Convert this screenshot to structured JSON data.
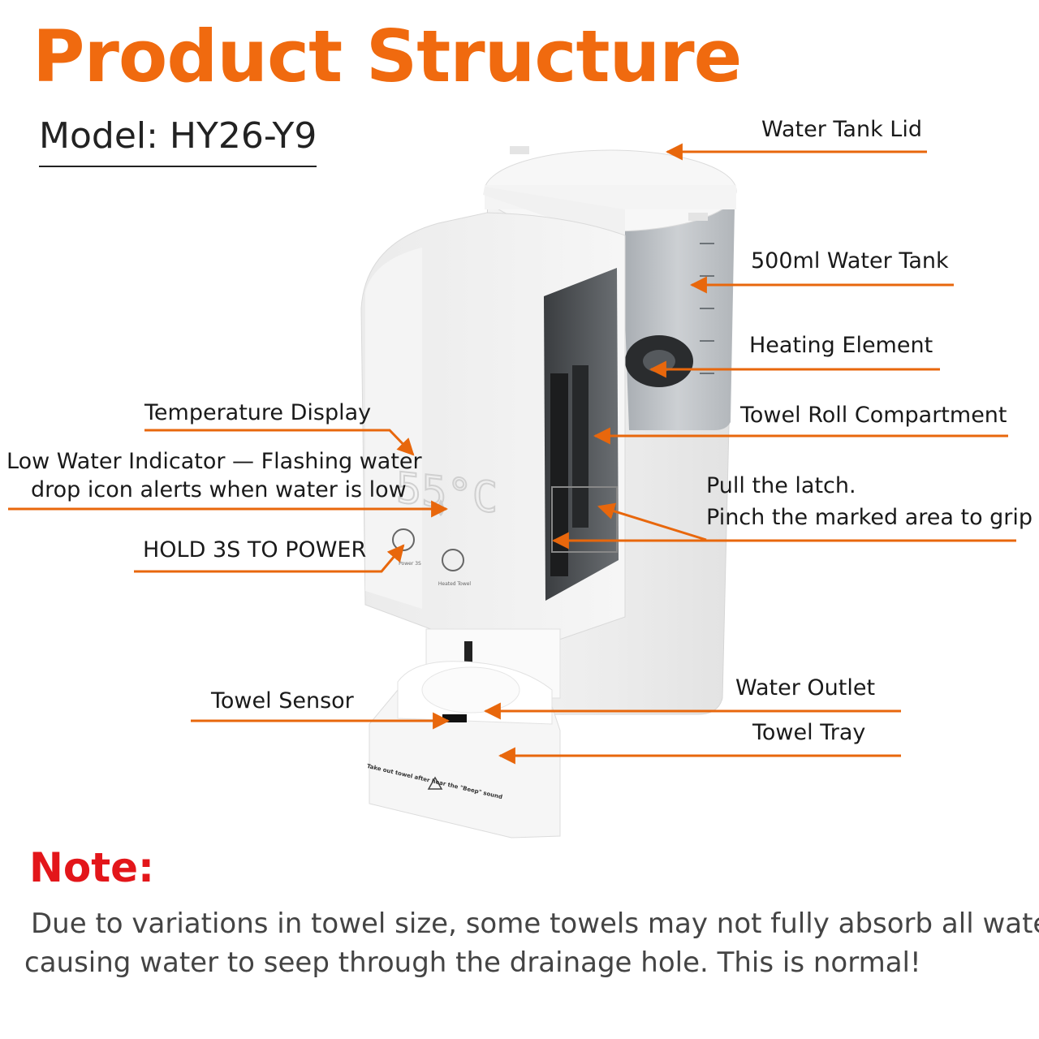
{
  "title": "Product Structure",
  "model": "Model: HY26-Y9",
  "colors": {
    "accent": "#f06a0f",
    "note_red": "#e3161a",
    "leader": "#e8670c"
  },
  "device": {
    "display_reading": "55°C",
    "power_button_text": "Power 3S",
    "heat_button_text": "Heated Towel",
    "tray_warning": "Take out towel after hear the \"Beep\" sound"
  },
  "labels": {
    "water_tank_lid": "Water Tank Lid",
    "water_tank": "500ml Water Tank",
    "heating_element": "Heating Element",
    "towel_roll_compartment": "Towel Roll Compartment",
    "temperature_display": "Temperature Display",
    "low_water_indicator_line1": "Low Water Indicator — Flashing water",
    "low_water_indicator_line2": "drop icon alerts when water is low",
    "latch_line1": "Pull the latch.",
    "latch_line2": "Pinch the marked area to grip",
    "power": "HOLD 3S TO POWER",
    "water_outlet": "Water Outlet",
    "towel_sensor": "Towel Sensor",
    "towel_tray": "Towel Tray"
  },
  "note": {
    "heading": "Note:",
    "line1": "Due to variations in towel size, some towels may not fully absorb all water,",
    "line2": "causing water to seep through the drainage hole. This is normal!"
  }
}
